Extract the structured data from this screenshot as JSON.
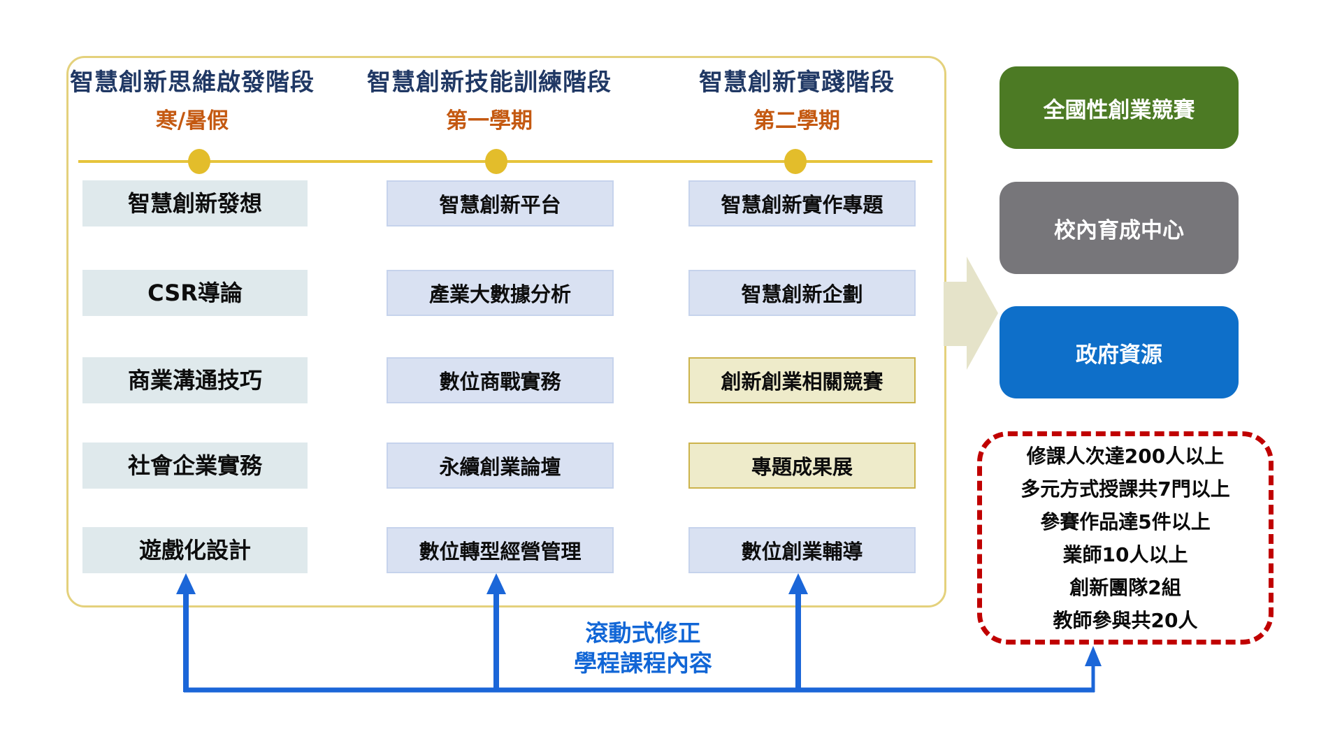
{
  "colors": {
    "stage_title": "#203864",
    "stage_period": "#c45911",
    "timeline_gold": "#e6c43c",
    "container_border": "#e4d17c",
    "course_plain_bg": "#dfe9ec",
    "course_lavender_bg": "#d9e1f2",
    "course_cream_bg": "#eeebca",
    "course_cream_border": "#ccb34c",
    "outcome_green": "#4c7a24",
    "outcome_gray": "#77767a",
    "outcome_blue": "#0e6fc9",
    "connector_blue": "#1b66d8",
    "note_blue": "#1166d6",
    "kpi_border_red": "#c00000",
    "flow_arrow_beige": "#e5e3c9"
  },
  "stages": [
    {
      "title": "智慧創新思維啟發階段",
      "period": "寒/暑假",
      "courses": [
        "智慧創新發想",
        "CSR導論",
        "商業溝通技巧",
        "社會企業實務",
        "遊戲化設計"
      ]
    },
    {
      "title": "智慧創新技能訓練階段",
      "period": "第一學期",
      "courses": [
        "智慧創新平台",
        "產業大數據分析",
        "數位商戰實務",
        "永續創業論壇",
        "數位轉型經營管理"
      ]
    },
    {
      "title": "智慧創新實踐階段",
      "period": "第二學期",
      "courses": [
        "智慧創新實作專題",
        "智慧創新企劃",
        "創新創業相關競賽",
        "專題成果展",
        "數位創業輔導"
      ]
    }
  ],
  "outcomes": [
    {
      "label": "全國性創業競賽"
    },
    {
      "label": "校內育成中心"
    },
    {
      "label": "政府資源"
    }
  ],
  "kpi": {
    "lines": [
      "修課人次達200人以上",
      "多元方式授課共7門以上",
      "參賽作品達5件以上",
      "業師10人以上",
      "創新團隊2組",
      "教師參與共20人"
    ]
  },
  "feedback_note": {
    "line1": "滾動式修正",
    "line2": "學程課程內容"
  }
}
